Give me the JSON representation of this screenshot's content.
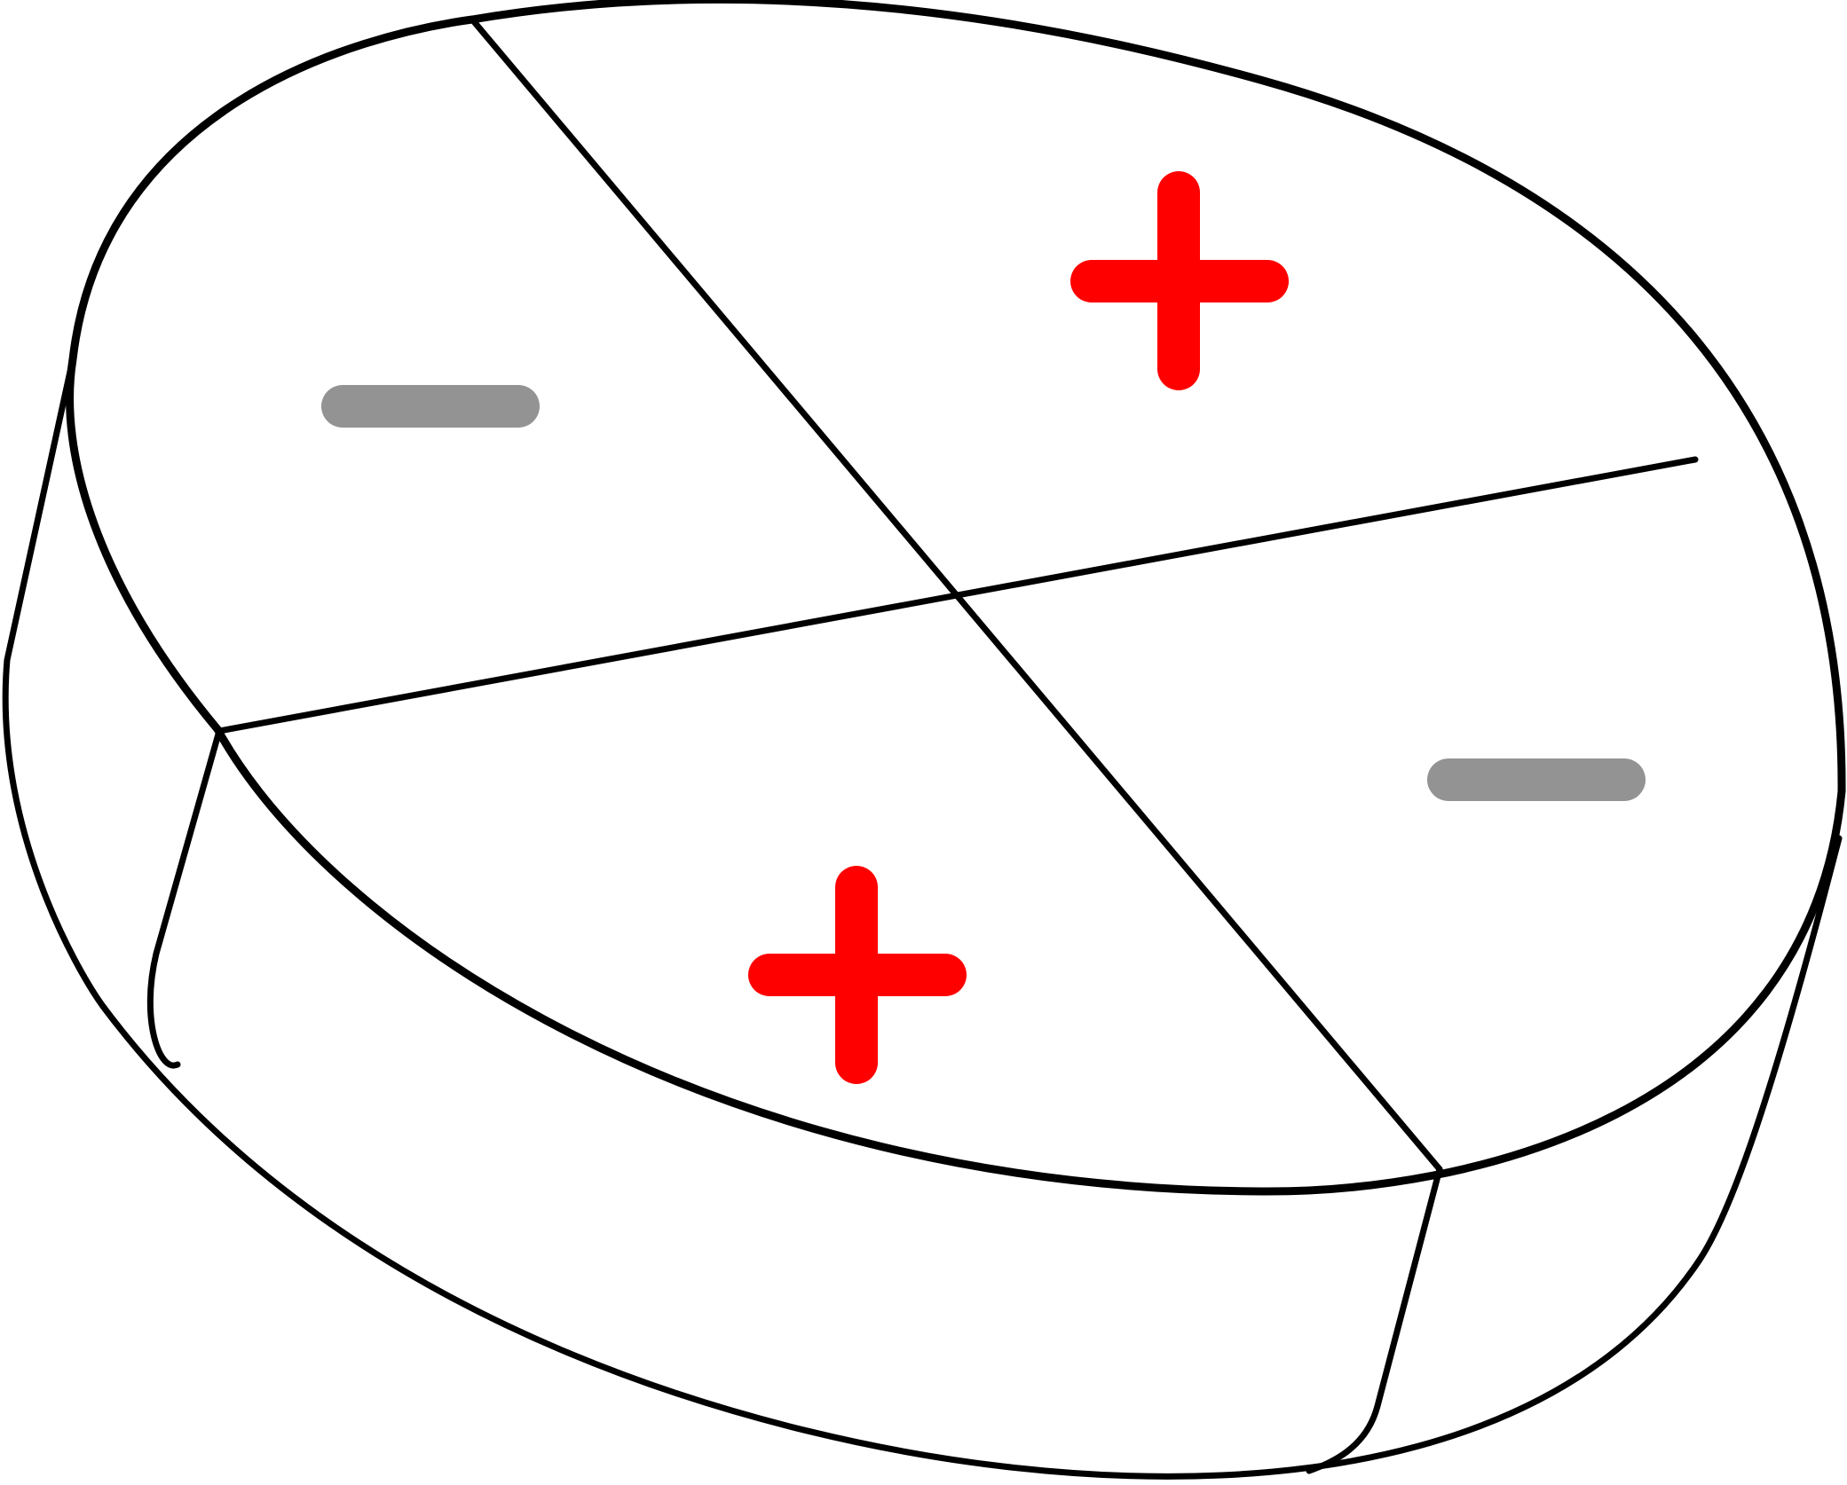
{
  "diagram": {
    "description_kind": "cylindrical disk divided into four sectors with alternating charge signs",
    "colors": {
      "outline": "#000000",
      "positive": "#ff0000",
      "negative": "#939393",
      "background": "#ffffff"
    },
    "sectors": [
      {
        "id": "top-left",
        "sign": "negative"
      },
      {
        "id": "top-right",
        "sign": "positive"
      },
      {
        "id": "bottom-left",
        "sign": "positive"
      },
      {
        "id": "right",
        "sign": "negative"
      }
    ]
  }
}
